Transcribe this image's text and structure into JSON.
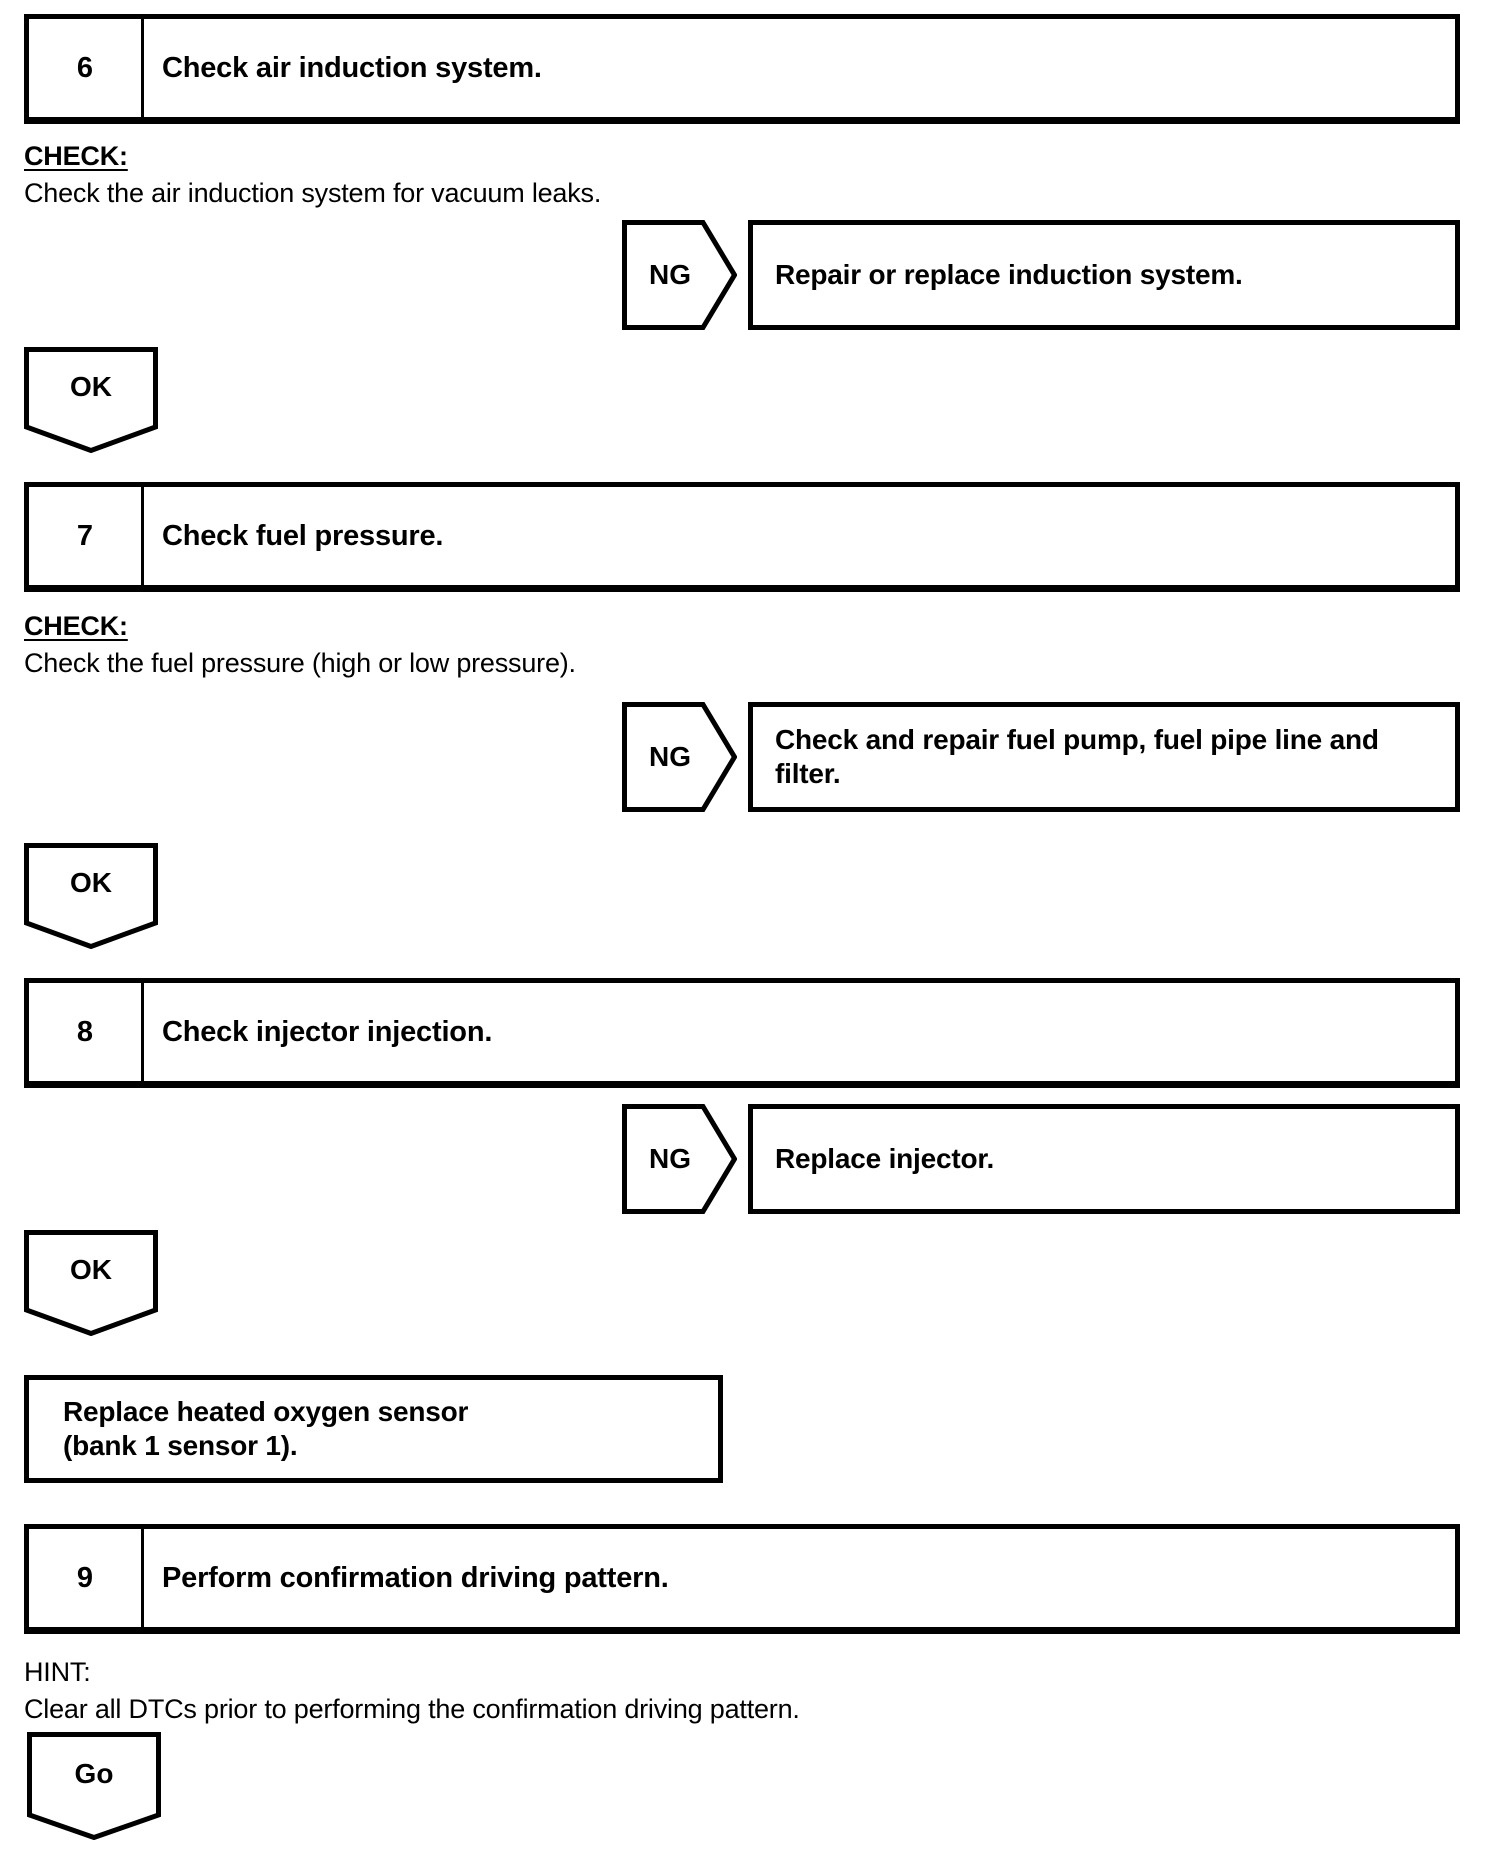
{
  "page": {
    "background": "#ffffff",
    "ink": "#000000"
  },
  "connectors": {
    "ng": "NG",
    "ok": "OK",
    "go": "Go"
  },
  "steps": [
    {
      "number": "6",
      "title": "Check air induction system."
    },
    {
      "number": "7",
      "title": "Check fuel pressure."
    },
    {
      "number": "8",
      "title": "Check injector injection."
    },
    {
      "number": "9",
      "title": "Perform confirmation driving pattern."
    }
  ],
  "check_sections": [
    {
      "heading": "CHECK:",
      "body": "Check the air induction system for vacuum leaks."
    },
    {
      "heading": "CHECK:",
      "body": "Check the fuel pressure (high or low pressure)."
    }
  ],
  "hint_section": {
    "heading": "HINT:",
    "body": "Clear all DTCs prior to performing the confirmation driving pattern."
  },
  "ng_results": [
    {
      "lines": [
        "Repair or replace induction system."
      ]
    },
    {
      "lines": [
        "Check and repair fuel pump, fuel pipe line and",
        "filter."
      ]
    },
    {
      "lines": [
        "Replace injector."
      ]
    }
  ],
  "terminal_box": {
    "lines": [
      "Replace heated oxygen sensor",
      "(bank 1 sensor 1)."
    ]
  }
}
